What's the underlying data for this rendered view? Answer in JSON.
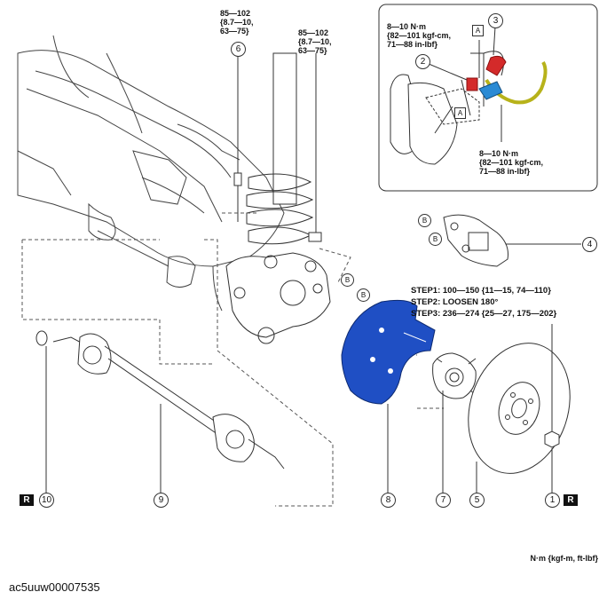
{
  "figure": {
    "torque_top_left": [
      "85—102",
      "{8.7—10,",
      "63—75}"
    ],
    "torque_top_right": [
      "85—102",
      "{8.7—10,",
      "63—75}"
    ],
    "inset_torque_top": [
      "8—10 N·m",
      "{82—101 kgf-cm,",
      "71—88 in-lbf}"
    ],
    "inset_torque_bottom": [
      "8—10 N·m",
      "{82—101 kgf-cm,",
      "71—88 in-lbf}"
    ],
    "steps": [
      "STEP1: 100—150 {11—15, 74—110}",
      "STEP2: LOOSEN 180°",
      "STEP3: 236—274 {25—27, 175—202}"
    ],
    "part_numbers": [
      "1",
      "2",
      "3",
      "4",
      "5",
      "6",
      "7",
      "8",
      "9",
      "10"
    ],
    "ref_letter_a": "A",
    "ref_letter_b": "B",
    "r_marker": "R",
    "units": "N·m {kgf-m, ft-lbf}",
    "image_code": "ac5uuw00007535"
  },
  "colors": {
    "dust_shield": "#1f4fc4",
    "hose_yellow": "#b7b21a",
    "connector_red": "#d42a2a",
    "connector_blue": "#2a8ad4",
    "line": "#333333"
  }
}
